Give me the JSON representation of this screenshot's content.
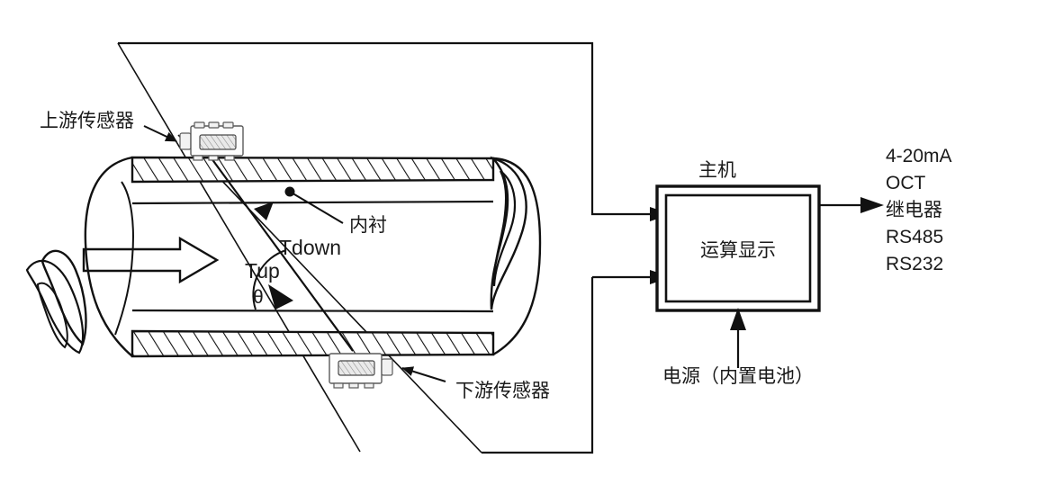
{
  "diagram": {
    "title_semantic": "ultrasonic-flowmeter-schematic",
    "labels": {
      "upstream_sensor": "上游传感器",
      "downstream_sensor": "下游传感器",
      "lining": "内衬",
      "t_down": "Tdown",
      "t_up": "Tup",
      "theta": "θ",
      "host": "主机",
      "host_inner": "运算显示",
      "power": "电源（内置电池）"
    },
    "outputs": [
      "4-20mA",
      "OCT",
      "继电器",
      "RS485",
      "RS232"
    ],
    "colors": {
      "line": "#111111",
      "text": "#1a1a1a",
      "sensor_outline": "#5a5a5a",
      "background": "#ffffff"
    }
  }
}
